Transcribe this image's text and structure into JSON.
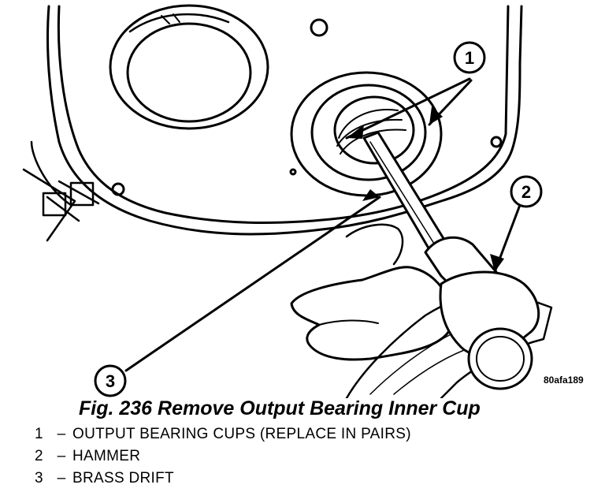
{
  "figure": {
    "caption": "Fig. 236 Remove Output Bearing Inner Cup",
    "code": "80afa189",
    "callouts": [
      "1",
      "2",
      "3"
    ]
  },
  "legend": [
    {
      "num": "1",
      "sep": "–",
      "text": "OUTPUT BEARING CUPS (REPLACE IN PAIRS)"
    },
    {
      "num": "2",
      "sep": "–",
      "text": "HAMMER"
    },
    {
      "num": "3",
      "sep": "–",
      "text": "BRASS DRIFT"
    }
  ]
}
